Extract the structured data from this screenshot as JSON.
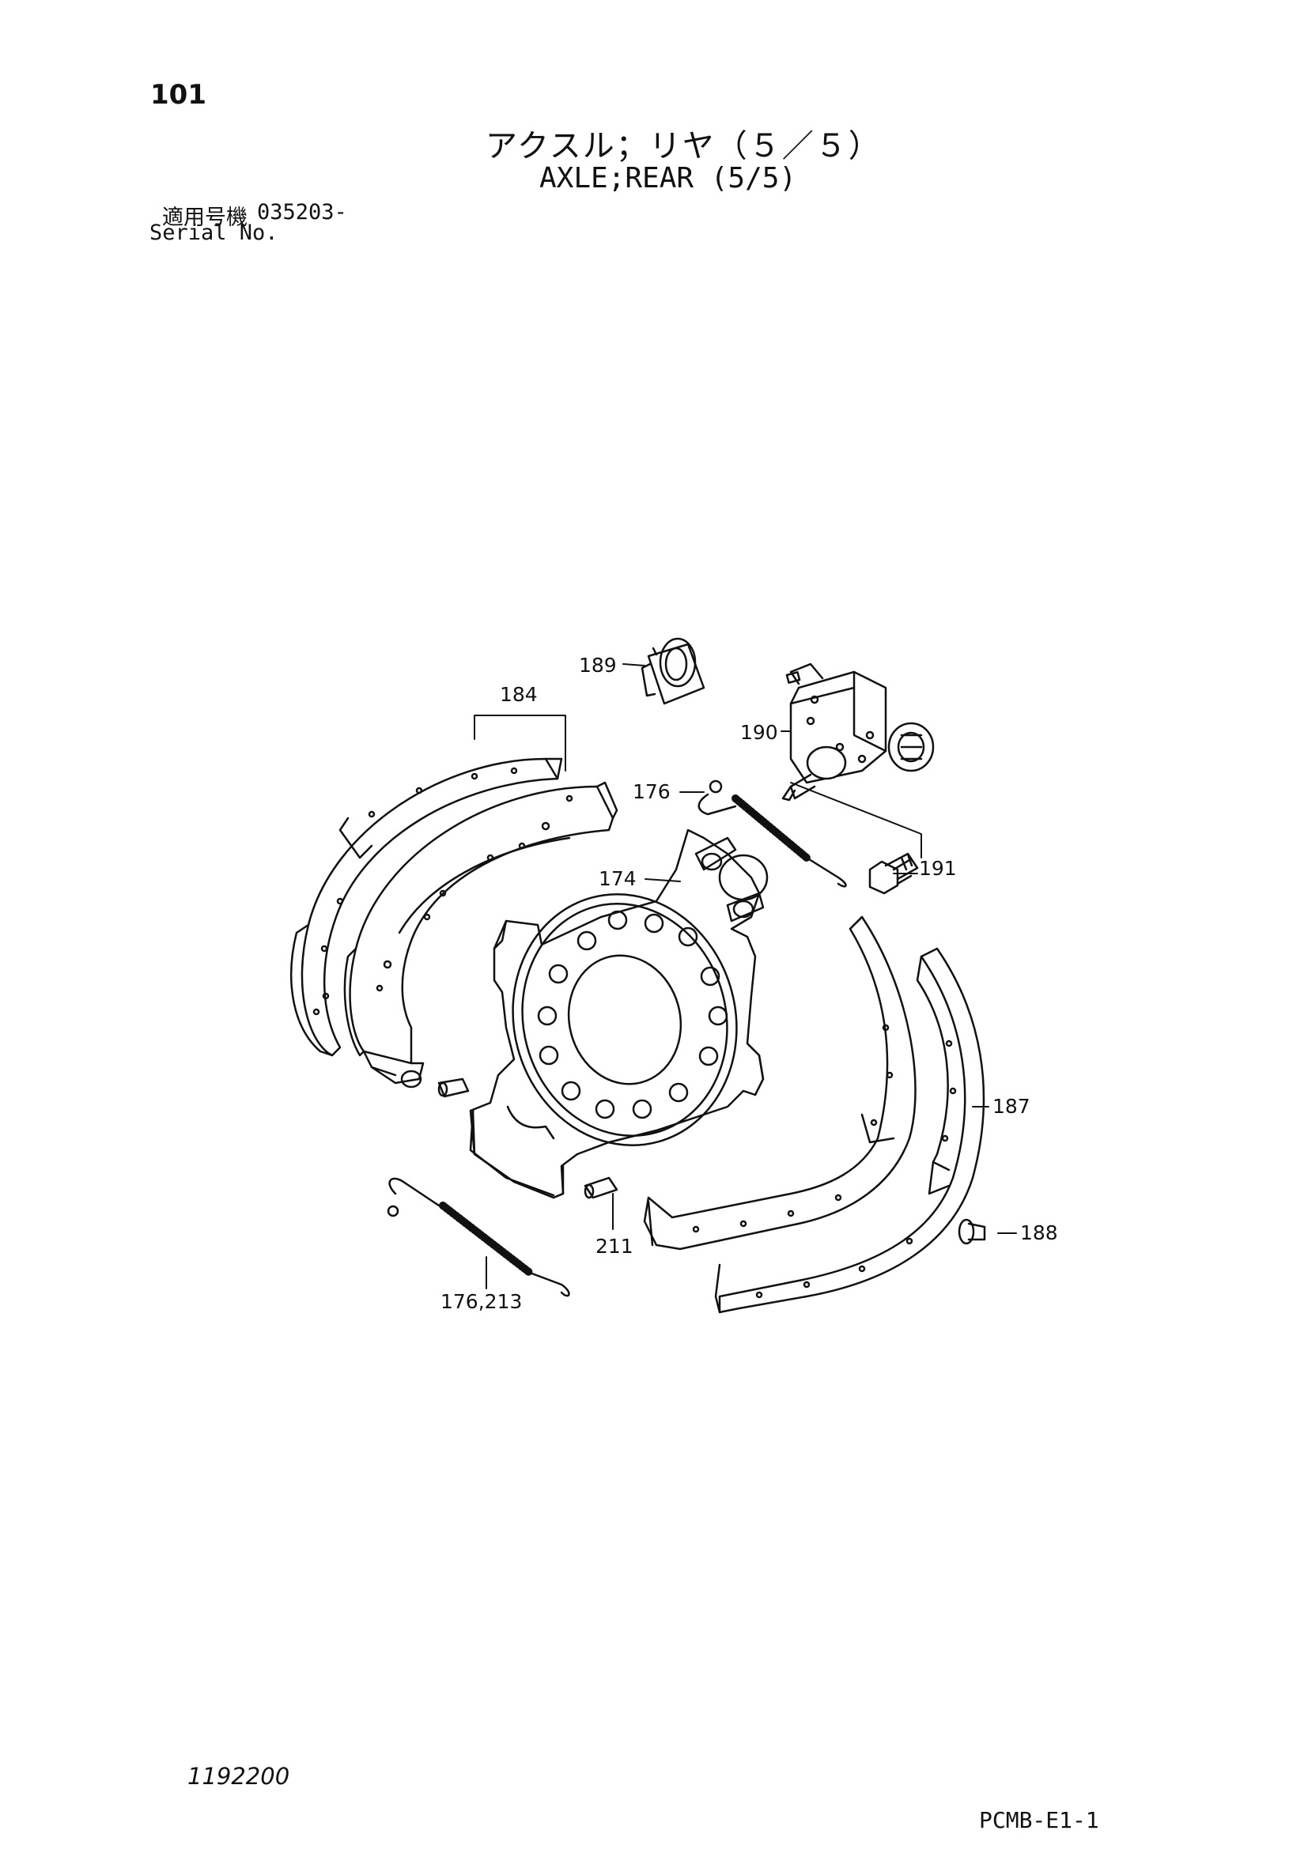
{
  "header": {
    "page_number": "101",
    "title_jp": "アクスル；リヤ（５／５）",
    "title_en": "AXLE;REAR (5/5)",
    "serial_label_jp": "適用号機",
    "serial_value": "035203-",
    "serial_label_en": "Serial No."
  },
  "callouts": {
    "c174": "174",
    "c176": "176",
    "c176_213": "176,213",
    "c184": "184",
    "c187": "187",
    "c188": "188",
    "c189": "189",
    "c190": "190",
    "c191": "191",
    "c211": "211"
  },
  "footer": {
    "drawing_number": "1192200",
    "sheet_code": "PCMB-E1-1"
  }
}
